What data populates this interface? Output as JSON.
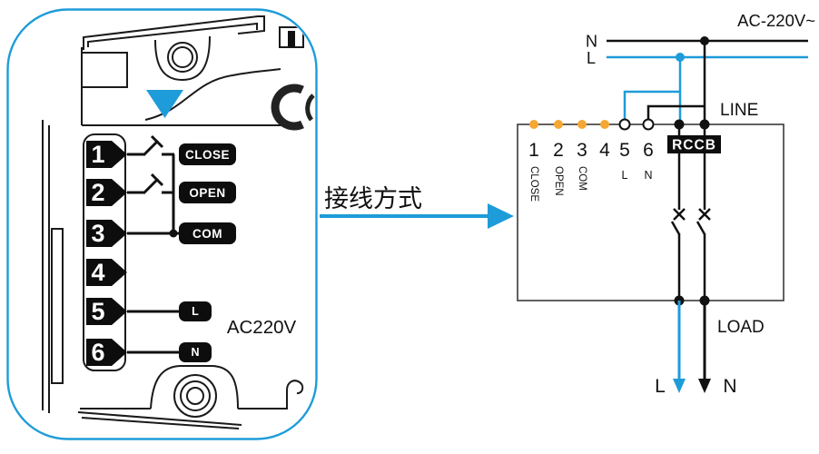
{
  "connector": {
    "label": "接线方式"
  },
  "device": {
    "voltage_label": "AC220V",
    "terminals": [
      {
        "num": "1",
        "label": "CLOSE"
      },
      {
        "num": "2",
        "label": "OPEN"
      },
      {
        "num": "3",
        "label": "COM"
      },
      {
        "num": "4",
        "label": ""
      },
      {
        "num": "5",
        "label": "L"
      },
      {
        "num": "6",
        "label": "N"
      }
    ]
  },
  "schematic": {
    "supply_label": "AC-220V~",
    "neutral_label": "N",
    "live_label": "L",
    "line_label": "LINE",
    "rccb_label": "RCCB",
    "load_label": "LOAD",
    "load_live_label": "L",
    "load_neutral_label": "N",
    "terminals": [
      {
        "num": "1",
        "name": "CLOSE"
      },
      {
        "num": "2",
        "name": "OPEN"
      },
      {
        "num": "3",
        "name": "COM"
      },
      {
        "num": "4",
        "name": ""
      },
      {
        "num": "5",
        "name": "L"
      },
      {
        "num": "6",
        "name": "N"
      }
    ]
  },
  "colors": {
    "blue": "#1E9CD9",
    "orange": "#F5A733",
    "line_black": "#111111"
  }
}
